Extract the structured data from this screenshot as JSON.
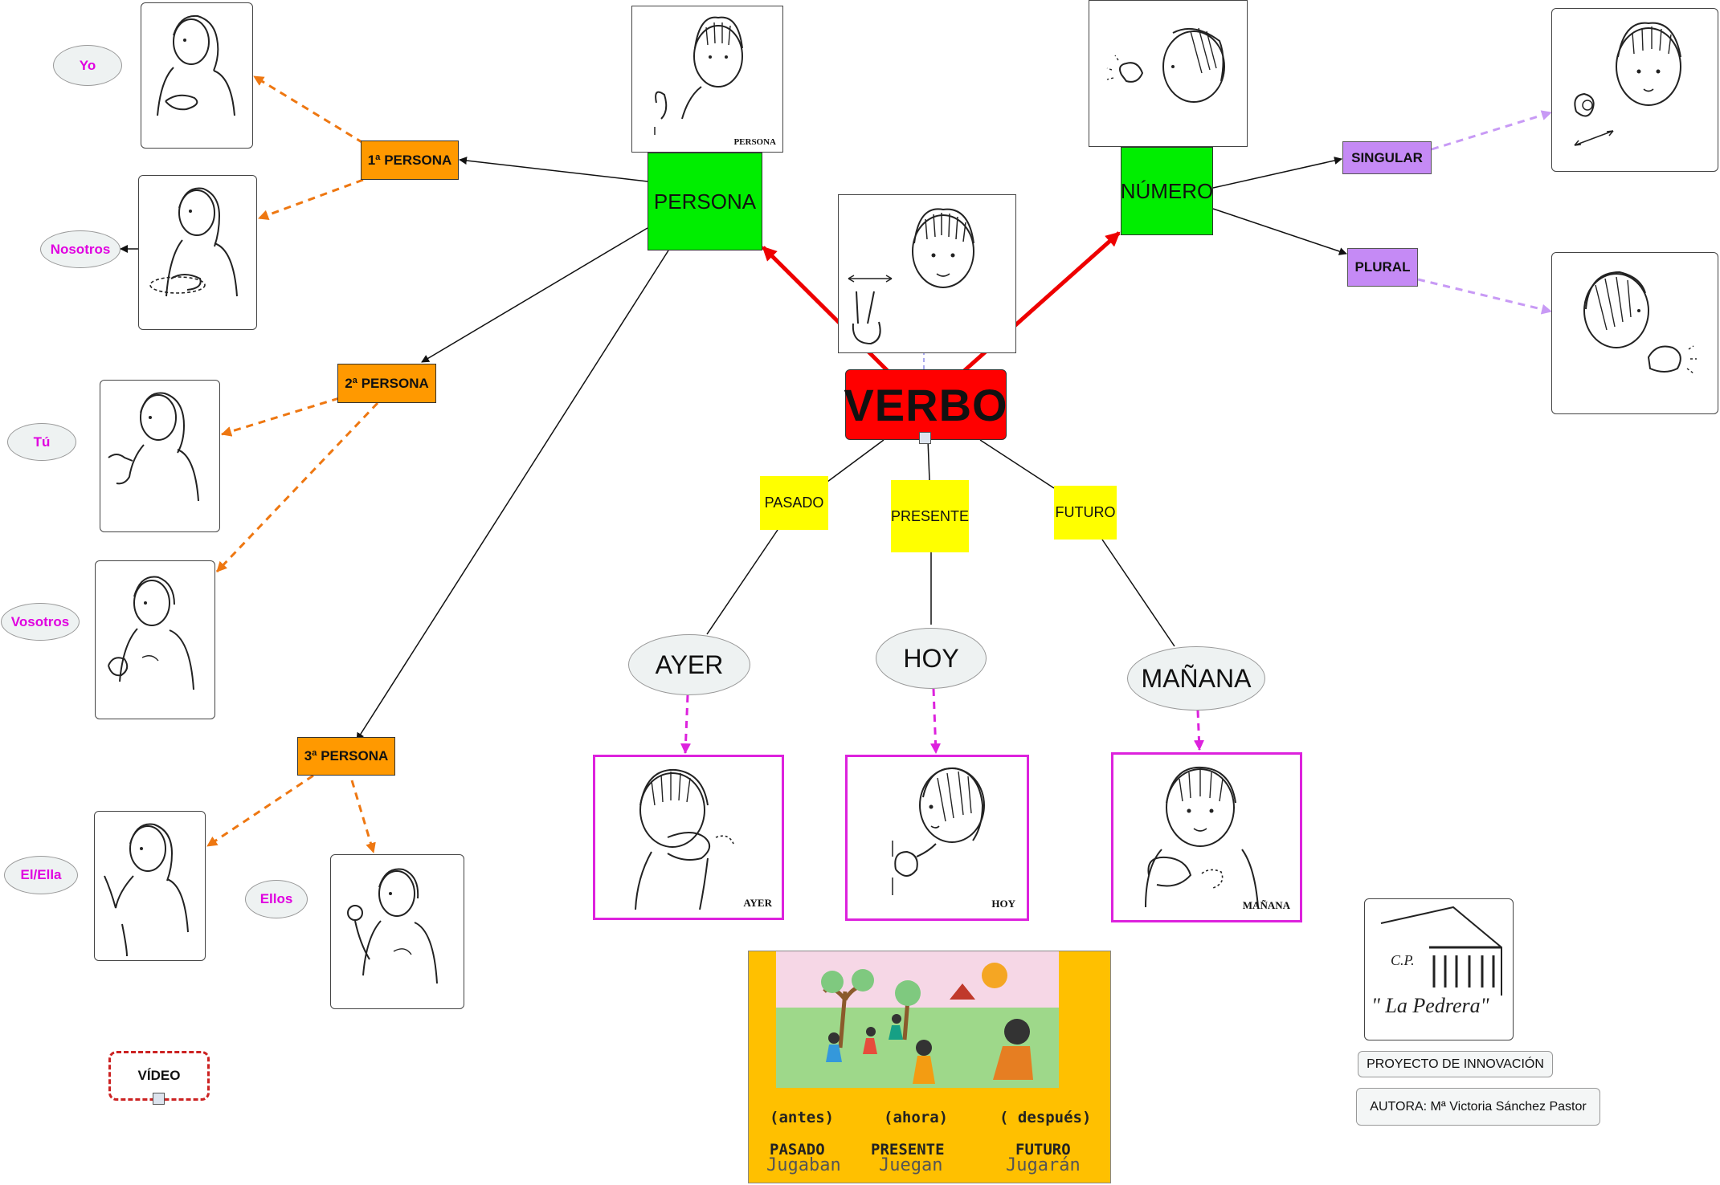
{
  "center": {
    "label": "VERBO"
  },
  "branches": {
    "persona": "PERSONA",
    "numero": "NÚMERO"
  },
  "persona_levels": {
    "primera": "1ª PERSONA",
    "segunda": "2ª PERSONA",
    "tercera": "3ª PERSONA"
  },
  "pronouns": {
    "yo": "Yo",
    "nosotros": "Nosotros",
    "tu": "Tú",
    "vosotros": "Vosotros",
    "el_ella": "El/Ella",
    "ellos": "Ellos"
  },
  "numero_levels": {
    "singular": "SINGULAR",
    "plural": "PLURAL"
  },
  "tenses": {
    "pasado": "PASADO",
    "presente": "PRESENTE",
    "futuro": "FUTURO"
  },
  "time_words": {
    "ayer": "AYER",
    "hoy": "HOY",
    "manana": "MAÑANA"
  },
  "sign_captions": {
    "persona": "PERSONA",
    "ayer": "AYER",
    "hoy": "HOY",
    "manana": "MAÑANA"
  },
  "timeline": {
    "antes": "(antes)",
    "ahora": "(ahora)",
    "despues": "( después)",
    "pasado": "PASADO",
    "presente": "PRESENTE",
    "futuro": "FUTURO",
    "jugaban": "Jugaban",
    "juegan": "Juegan",
    "jugaran": "Jugarán"
  },
  "video": {
    "label": "VÍDEO"
  },
  "logo": {
    "text": "\" La Pedrera\"",
    "initials": "C.P."
  },
  "notes": {
    "project": "PROYECTO DE INNOVACIÓN",
    "author": "AUTORA: Mª Victoria Sánchez Pastor"
  },
  "colors": {
    "center": "#ff0000",
    "branch": "#00ee00",
    "persona_level": "#ff9900",
    "numero_level": "#c58af5",
    "tense": "#ffff00",
    "pronoun_text": "#e000e0",
    "persona_dashed": "#ee7711",
    "numero_dashed": "#c89af5",
    "time_dashed": "#dd22dd"
  }
}
